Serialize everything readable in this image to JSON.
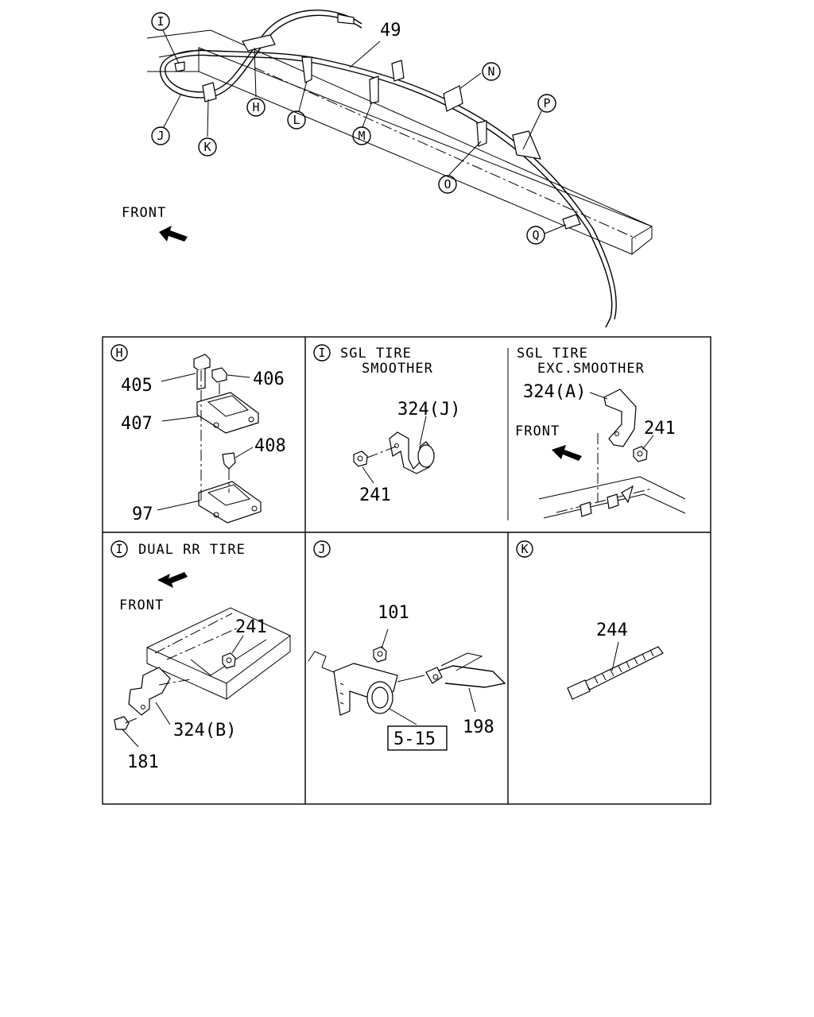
{
  "overview": {
    "part_49": "49",
    "front_label": "FRONT",
    "callouts": {
      "I": "I",
      "H": "H",
      "J": "J",
      "K": "K",
      "L": "L",
      "M": "M",
      "N": "N",
      "O": "O",
      "P": "P",
      "Q": "Q"
    }
  },
  "panels": {
    "h": {
      "letter": "H",
      "parts": {
        "p405": "405",
        "p406": "406",
        "p407": "407",
        "p408": "408",
        "p97": "97"
      }
    },
    "i_sgl_smoother": {
      "letter": "I",
      "title_line1": "SGL TIRE",
      "title_line2": "SMOOTHER",
      "parts": {
        "p324j": "324(J)",
        "p241": "241"
      }
    },
    "sgl_exc_smoother": {
      "title_line1": "SGL TIRE",
      "title_line2": "EXC.SMOOTHER",
      "front_label": "FRONT",
      "parts": {
        "p324a": "324(A)",
        "p241": "241"
      }
    },
    "i_dual": {
      "letter": "I",
      "title": "DUAL RR TIRE",
      "front_label": "FRONT",
      "parts": {
        "p241": "241",
        "p324b": "324(B)",
        "p181": "181"
      }
    },
    "j": {
      "letter": "J",
      "parts": {
        "p101": "101",
        "p198": "198",
        "ref": "5-15"
      }
    },
    "k": {
      "letter": "K",
      "parts": {
        "p244": "244"
      }
    }
  }
}
